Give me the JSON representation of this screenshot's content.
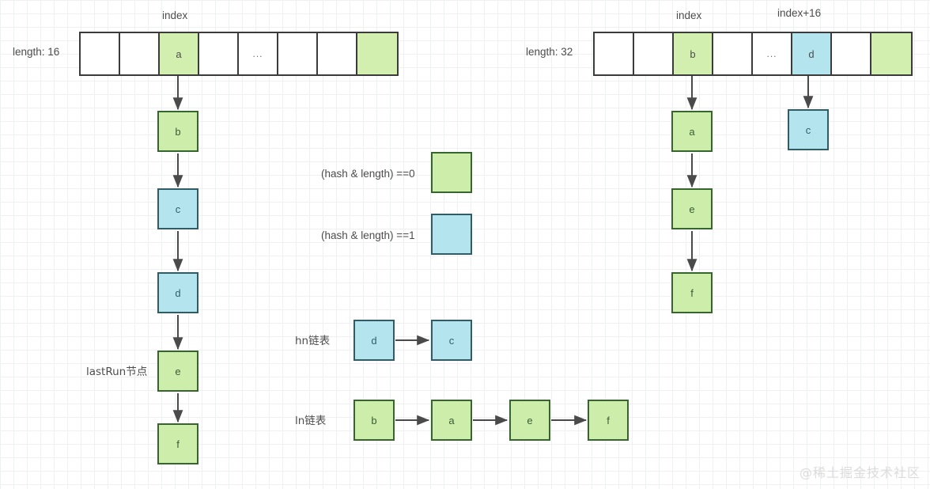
{
  "diagram": {
    "title_watermark": "@稀土掘金技术社区",
    "colors": {
      "green_fill": "#cdedab",
      "green_border": "#36652e",
      "blue_fill": "#b4e4ed",
      "blue_border": "#315c63",
      "arrow": "#4a4a4a",
      "table_border": "#3b3b3b",
      "grid": "#eef0f2"
    }
  },
  "left": {
    "length_label": "length: 16",
    "index_label": "index",
    "cells": [
      {
        "text": "",
        "fill": "white"
      },
      {
        "text": "",
        "fill": "white"
      },
      {
        "text": "a",
        "fill": "green"
      },
      {
        "text": "",
        "fill": "white"
      },
      {
        "text": "...",
        "fill": "white"
      },
      {
        "text": "",
        "fill": "white"
      },
      {
        "text": "",
        "fill": "white"
      },
      {
        "text": "",
        "fill": "green"
      }
    ],
    "chain_label": "lastRun节点",
    "chain": [
      {
        "text": "b",
        "fill": "green"
      },
      {
        "text": "c",
        "fill": "blue"
      },
      {
        "text": "d",
        "fill": "blue"
      },
      {
        "text": "e",
        "fill": "green"
      },
      {
        "text": "f",
        "fill": "green"
      }
    ]
  },
  "right": {
    "length_label": "length: 32",
    "index_label": "index",
    "index_plus_label": "index+16",
    "cells": [
      {
        "text": "",
        "fill": "white"
      },
      {
        "text": "",
        "fill": "white"
      },
      {
        "text": "b",
        "fill": "green"
      },
      {
        "text": "",
        "fill": "white"
      },
      {
        "text": "...",
        "fill": "white"
      },
      {
        "text": "d",
        "fill": "blue"
      },
      {
        "text": "",
        "fill": "white"
      },
      {
        "text": "",
        "fill": "green"
      }
    ],
    "chain_ln": [
      {
        "text": "a",
        "fill": "green"
      },
      {
        "text": "e",
        "fill": "green"
      },
      {
        "text": "f",
        "fill": "green"
      }
    ],
    "chain_hn": [
      {
        "text": "c",
        "fill": "blue"
      }
    ]
  },
  "legend": {
    "entries": [
      {
        "text": "(hash & length) ==0",
        "fill": "green"
      },
      {
        "text": "(hash & length) ==1",
        "fill": "blue"
      }
    ]
  },
  "chains": {
    "hn": {
      "label": "hn链表",
      "nodes": [
        {
          "text": "d",
          "fill": "blue"
        },
        {
          "text": "c",
          "fill": "blue"
        }
      ]
    },
    "ln": {
      "label": "ln链表",
      "nodes": [
        {
          "text": "b",
          "fill": "green"
        },
        {
          "text": "a",
          "fill": "green"
        },
        {
          "text": "e",
          "fill": "green"
        },
        {
          "text": "f",
          "fill": "green"
        }
      ]
    }
  }
}
